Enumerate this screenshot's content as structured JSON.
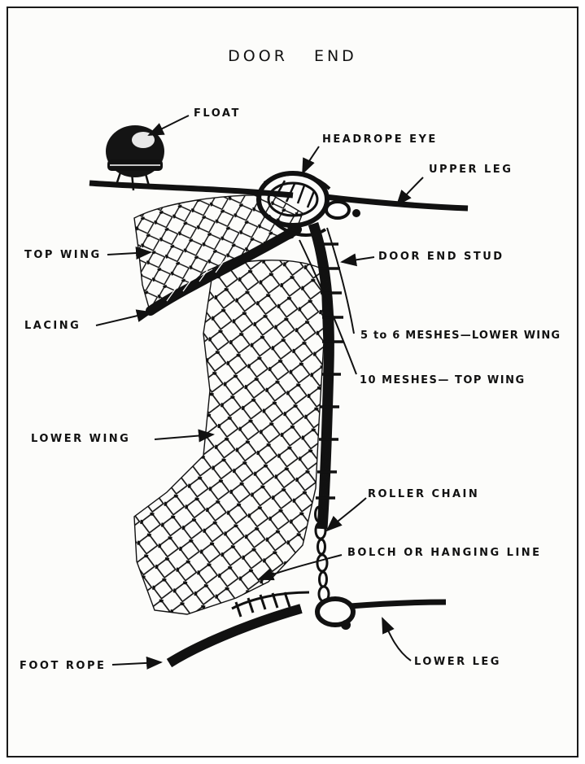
{
  "title": "DOOR   END",
  "labels": {
    "float": "FLOAT",
    "headrope_eye": "HEADROPE  EYE",
    "upper_leg": "UPPER LEG",
    "top_wing": "TOP WING",
    "door_end_stud": "DOOR END STUD",
    "lacing": "LACING",
    "lower_wing_meshes": "5 to 6 MESHES—LOWER WING",
    "top_wing_meshes": "10 MESHES— TOP WING",
    "lower_wing": "LOWER  WING",
    "roller_chain": "ROLLER  CHAIN",
    "bolch_line": "BOLCH  OR  HANGING  LINE",
    "foot_rope": "FOOT ROPE",
    "lower_leg": "LOWER LEG"
  },
  "colors": {
    "ink": "#111111",
    "paper": "#fcfcfa"
  }
}
